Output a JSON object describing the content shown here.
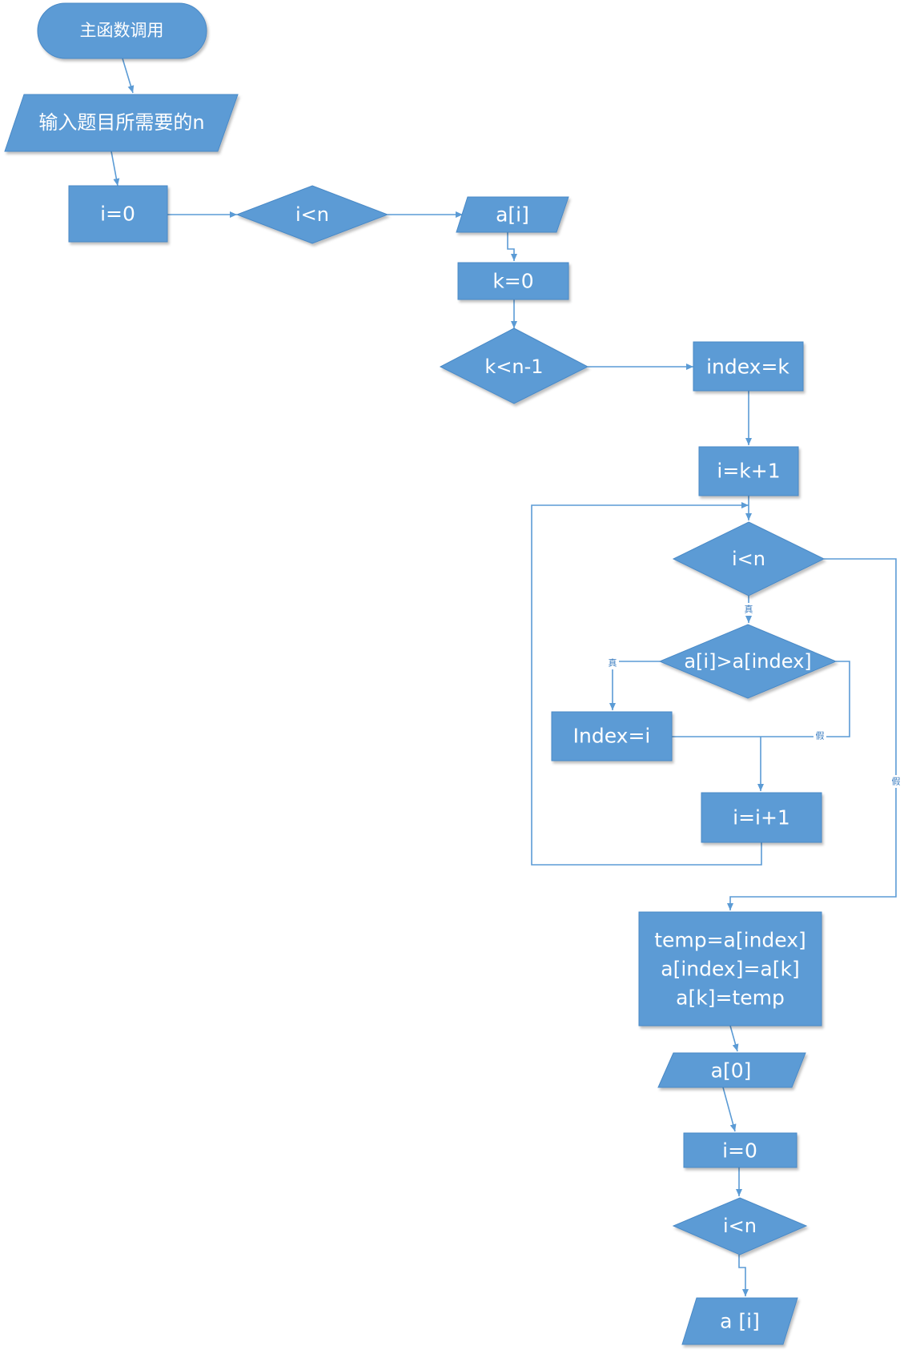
{
  "colors": {
    "shape_fill": "#5b9bd5",
    "line": "#5b9bd5",
    "label": "#3a7cc0"
  },
  "nodes": {
    "start": "主函数调用",
    "input_n": "输入题目所需要的n",
    "init_i": "i=0",
    "cond_i_lt_n": "i<n",
    "input_ai": "a[i]",
    "init_k": "k=0",
    "cond_k": "k<n-1",
    "index_k": "index=k",
    "i_k1": "i=k+1",
    "cond_i_lt_n_inner": "i<n",
    "compare": "a[i]>a[index]",
    "index_i": "Index=i",
    "inc_i": "i=i+1",
    "swap": [
      "temp=a[index]",
      "a[index]=a[k]",
      "a[k]=temp"
    ],
    "output_a0": "a[0]",
    "reset_i": "i=0",
    "cond_i_lt_n_out": "i<n",
    "output_ai": "a [i]"
  },
  "edge_labels": {
    "true_inner": "真",
    "true_compare": "真",
    "false_compare": "假",
    "false_inner": "假"
  }
}
